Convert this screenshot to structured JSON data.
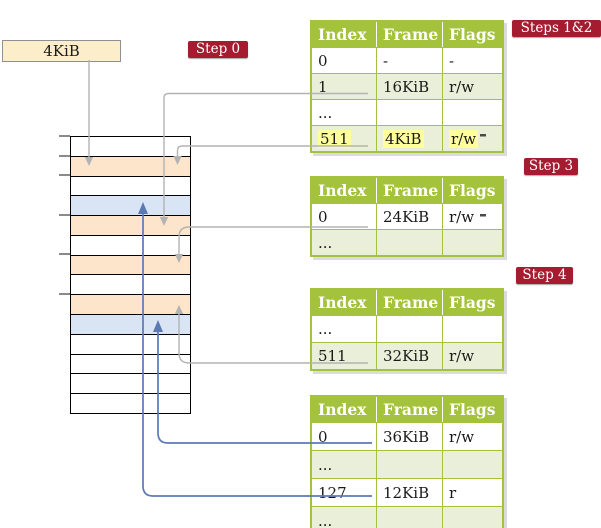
{
  "label_box": {
    "text": "4KiB"
  },
  "steps": {
    "step0": "Step 0",
    "steps12": "Steps 1&2",
    "step3": "Step 3",
    "step4": "Step 4"
  },
  "colors": {
    "badge_red": "#a51c30",
    "table_header_green": "#a4c23c",
    "table_row_green": "#e9efd8",
    "memory_peach": "#fde5cc",
    "memory_blue": "#d9e4f4",
    "label_box_cream": "#fdeecb",
    "highlight_yellow": "#ffff9e",
    "gray_connector": "#b3b3b3",
    "blue_connector": "#5b79b5"
  },
  "memory": {
    "row_colors": [
      "white",
      "peach",
      "white",
      "blue",
      "peach",
      "white",
      "peach",
      "white",
      "peach",
      "blue",
      "white",
      "white",
      "white",
      "white"
    ]
  },
  "tables": [
    {
      "id": "pt-level1",
      "headers": [
        "Index",
        "Frame",
        "Flags"
      ],
      "rows": [
        {
          "cells": [
            "0",
            "-",
            "-"
          ],
          "shaded": false,
          "highlighted": false
        },
        {
          "cells": [
            "1",
            "16KiB",
            "r/w"
          ],
          "shaded": true,
          "highlighted": false
        },
        {
          "cells": [
            "...",
            "",
            ""
          ],
          "shaded": false,
          "highlighted": false
        },
        {
          "cells": [
            "511",
            "4KiB",
            "r/w"
          ],
          "shaded": true,
          "highlighted": true
        }
      ]
    },
    {
      "id": "pt-level2",
      "headers": [
        "Index",
        "Frame",
        "Flags"
      ],
      "rows": [
        {
          "cells": [
            "0",
            "24KiB",
            "r/w"
          ],
          "shaded": false,
          "highlighted": false
        },
        {
          "cells": [
            "...",
            "",
            ""
          ],
          "shaded": true,
          "highlighted": false
        }
      ]
    },
    {
      "id": "pt-level3",
      "headers": [
        "Index",
        "Frame",
        "Flags"
      ],
      "rows": [
        {
          "cells": [
            "...",
            "",
            ""
          ],
          "shaded": false,
          "highlighted": false
        },
        {
          "cells": [
            "511",
            "32KiB",
            "r/w"
          ],
          "shaded": true,
          "highlighted": false
        }
      ]
    },
    {
      "id": "pt-level4",
      "headers": [
        "Index",
        "Frame",
        "Flags"
      ],
      "rows": [
        {
          "cells": [
            "0",
            "36KiB",
            "r/w"
          ],
          "shaded": false,
          "highlighted": false
        },
        {
          "cells": [
            "...",
            "",
            ""
          ],
          "shaded": true,
          "highlighted": false
        },
        {
          "cells": [
            "127",
            "12KiB",
            "r"
          ],
          "shaded": false,
          "highlighted": false
        },
        {
          "cells": [
            "...",
            "",
            ""
          ],
          "shaded": true,
          "highlighted": false
        }
      ]
    }
  ]
}
